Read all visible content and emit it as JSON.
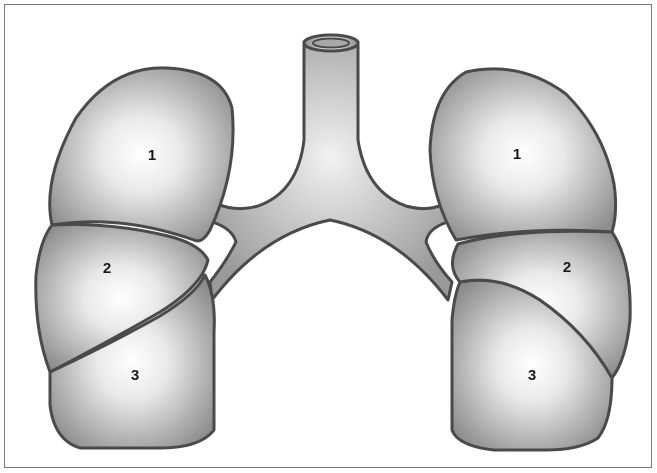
{
  "diagram": {
    "colors": {
      "outline": "#4a4a4a",
      "lobe_center": "#ffffff",
      "lobe_edge": "#8c8c8c",
      "airway_center": "#e6e6e6",
      "airway_edge": "#9a9a9a",
      "frame_border": "#7a7a7a"
    },
    "lobes": {
      "left_upper": "1",
      "left_middle": "2",
      "left_lower": "3",
      "right_upper": "1",
      "right_middle": "2",
      "right_lower": "3"
    }
  }
}
